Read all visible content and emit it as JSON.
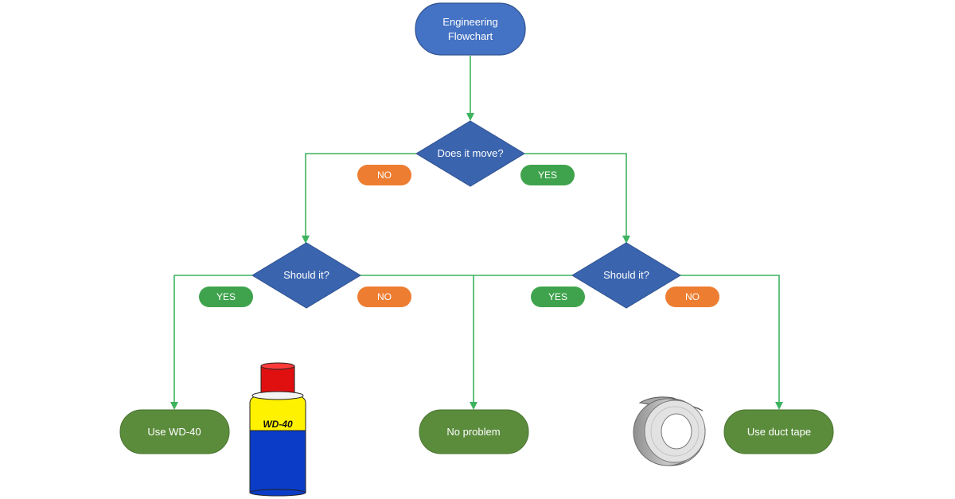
{
  "colors": {
    "terminal_blue": "#4472C4",
    "decision_blue": "#3A64AE",
    "result_green": "#5B8C3C",
    "yes_green": "#3FA34D",
    "no_orange": "#ED7D31",
    "connector": "#3DB35F",
    "background": "#FFFFFF"
  },
  "start": {
    "line1": "Engineering",
    "line2": "Flowchart"
  },
  "decisions": {
    "moves": "Does it move?",
    "should_left": "Should it?",
    "should_right": "Should it?"
  },
  "labels": {
    "moves_no": "NO",
    "moves_yes": "YES",
    "left_yes": "YES",
    "left_no": "NO",
    "right_yes": "YES",
    "right_no": "NO"
  },
  "results": {
    "wd40": "Use WD-40",
    "no_problem": "No problem",
    "duct_tape": "Use duct tape"
  },
  "illustrations": {
    "wd40_can_text": "WD-40",
    "duct_tape_icon": "duct-tape-roll-icon",
    "wd40_icon": "wd40-can-icon"
  }
}
